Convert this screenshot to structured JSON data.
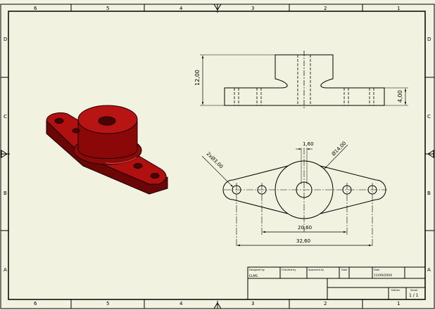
{
  "sheet": {
    "zone_numbers": [
      "6",
      "5",
      "4",
      "3",
      "2",
      "1"
    ],
    "zone_letters": [
      "D",
      "C",
      "B",
      "A"
    ]
  },
  "dimensions": {
    "height_total": "12,00",
    "flange_thickness": "4,00",
    "small_hole": "1,60",
    "boss_diameter": "Ø14,00",
    "outer_holes": "2xØ3,00",
    "inner_span": "20,60",
    "outer_span": "32,60"
  },
  "title_block": {
    "designed_by_label": "Designed by",
    "designed_by_value": "ELMS",
    "checked_by_label": "Checked by",
    "approved_by_label": "Approved by",
    "date_label": "Date",
    "date2_label": "Date",
    "date_value": "11/09/2004",
    "edition_label": "Edition",
    "sheet_label": "Sheet",
    "sheet_value": "1 / 1"
  },
  "colors": {
    "part_red": "#b01010",
    "part_dark": "#6a0606",
    "background": "#f2f2e0",
    "line": "#000000"
  }
}
